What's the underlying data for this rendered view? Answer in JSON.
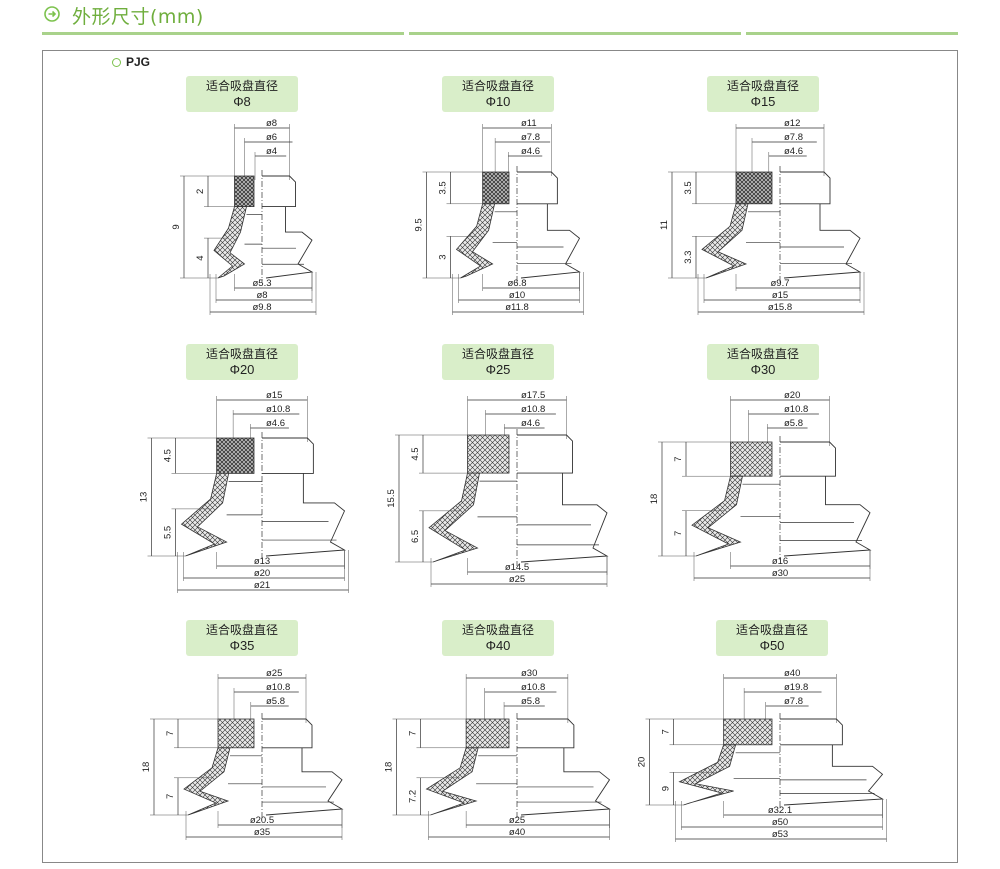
{
  "section_title": "外形尺寸(mm)",
  "series": "PJG",
  "header_label": "适合吸盘直径",
  "cups": [
    {
      "size": "Φ8",
      "top": [
        "ø8",
        "ø6",
        "ø4"
      ],
      "bottom": [
        "ø5.3",
        "ø8",
        "ø9.8"
      ],
      "height": "9",
      "upper": "2",
      "lower": "4"
    },
    {
      "size": "Φ10",
      "top": [
        "ø11",
        "ø7.8",
        "ø4.6"
      ],
      "bottom": [
        "ø6.8",
        "ø10",
        "ø11.8"
      ],
      "height": "9.5",
      "upper": "3.5",
      "lower": "3"
    },
    {
      "size": "Φ15",
      "top": [
        "ø12",
        "ø7.8",
        "ø4.6"
      ],
      "bottom": [
        "ø9.7",
        "ø15",
        "ø15.8"
      ],
      "height": "11",
      "upper": "3.5",
      "lower": "3.3"
    },
    {
      "size": "Φ20",
      "top": [
        "ø15",
        "ø10.8",
        "ø4.6"
      ],
      "bottom": [
        "ø13",
        "ø20",
        "ø21"
      ],
      "height": "13",
      "upper": "4.5",
      "lower": "5.5"
    },
    {
      "size": "Φ25",
      "top": [
        "ø17.5",
        "ø10.8",
        "ø4.6"
      ],
      "bottom": [
        "ø14.5",
        "ø25"
      ],
      "height": "15.5",
      "upper": "4.5",
      "lower": "6.5"
    },
    {
      "size": "Φ30",
      "top": [
        "ø20",
        "ø10.8",
        "ø5.8"
      ],
      "bottom": [
        "ø16",
        "ø30"
      ],
      "height": "18",
      "upper": "7",
      "lower": "7"
    },
    {
      "size": "Φ35",
      "top": [
        "ø25",
        "ø10.8",
        "ø5.8"
      ],
      "bottom": [
        "ø20.5",
        "ø35"
      ],
      "height": "18",
      "upper": "7",
      "lower": "7"
    },
    {
      "size": "Φ40",
      "top": [
        "ø30",
        "ø10.8",
        "ø5.8"
      ],
      "bottom": [
        "ø25",
        "ø40"
      ],
      "height": "18",
      "upper": "7",
      "lower": "7.2"
    },
    {
      "size": "Φ50",
      "top": [
        "ø40",
        "ø19.8",
        "ø7.8"
      ],
      "bottom": [
        "ø32.1",
        "ø50",
        "ø53"
      ],
      "height": "20",
      "upper": "7",
      "lower": "9"
    }
  ]
}
